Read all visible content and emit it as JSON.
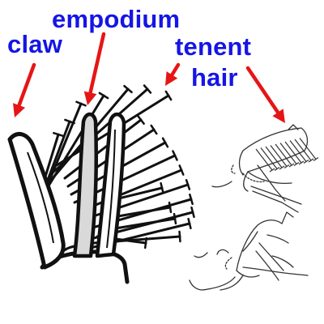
{
  "labels": {
    "claw": "claw",
    "empodium": "empodium",
    "tenent": "tenent",
    "hair": "hair"
  },
  "colors": {
    "label": "#1515e6",
    "arrow": "#e61515",
    "ink": "#111111",
    "empodium_fill": "#d9d9d9",
    "sketch": "#333333"
  }
}
